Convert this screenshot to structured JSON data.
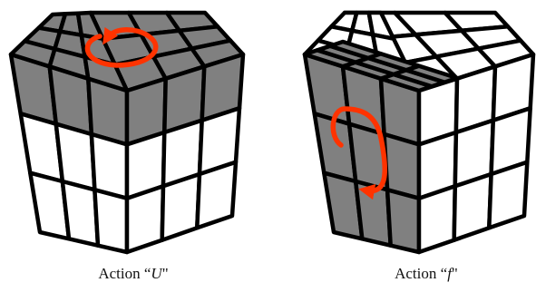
{
  "captions": {
    "left": {
      "word": "Action",
      "open": "“",
      "symbol": "U",
      "close": "\""
    },
    "right": {
      "word": "Action",
      "open": "“",
      "symbol": "f",
      "close": "\""
    }
  },
  "colors": {
    "gray_face": "#808080",
    "white_face": "#ffffff",
    "edge": "#000000",
    "arrow": "#ff3300"
  },
  "cubes": [
    {
      "name": "cube-action-U",
      "action": "U",
      "top_gray": true,
      "left_gray_cols": 0,
      "right_gray_cols": 0,
      "left_gray_top_row": true,
      "right_gray_top_row": true,
      "arrow": "top-face"
    },
    {
      "name": "cube-action-f",
      "action": "f",
      "top_gray": false,
      "left_gray_cols": 3,
      "right_gray_cols": 0,
      "left_gray_top_row": true,
      "right_gray_top_row": false,
      "arrow": "left-face"
    }
  ]
}
